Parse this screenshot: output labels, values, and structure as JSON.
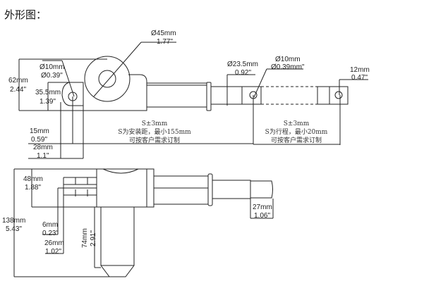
{
  "title": "外形图：",
  "top_view": {
    "d45": [
      "Ø45mm",
      "1.77\""
    ],
    "h62": [
      "62mm",
      "2.44\""
    ],
    "d10_left": [
      "Ø10mm",
      "Ø0.39\""
    ],
    "h35": [
      "35.5mm",
      "1.39\""
    ],
    "w15": [
      "15mm",
      "0.59\""
    ],
    "w28": [
      "28mm",
      "1.1\""
    ],
    "install_note": [
      "S±3mm",
      "S为安装距，最小155mm",
      "可按客户需求订制"
    ],
    "d23": [
      "Ø23.5mm",
      "0.92\""
    ],
    "d10_right": [
      "Ø10mm",
      "Ø0.39mm\""
    ],
    "w12": [
      "12mm",
      "0.47\""
    ],
    "stroke_note": [
      "S±3mm",
      "S为行程，最小20mm",
      "可按客户需求订制"
    ]
  },
  "bottom_view": {
    "h48": [
      "48mm",
      "1.88\""
    ],
    "h138": [
      "138mm",
      "5.43\""
    ],
    "w6": [
      "6mm",
      "0.23\""
    ],
    "w26": [
      "26mm",
      "1.02\""
    ],
    "h74": [
      "74mm",
      "2.91\""
    ],
    "w27": [
      "27mm",
      "1.06\""
    ]
  }
}
